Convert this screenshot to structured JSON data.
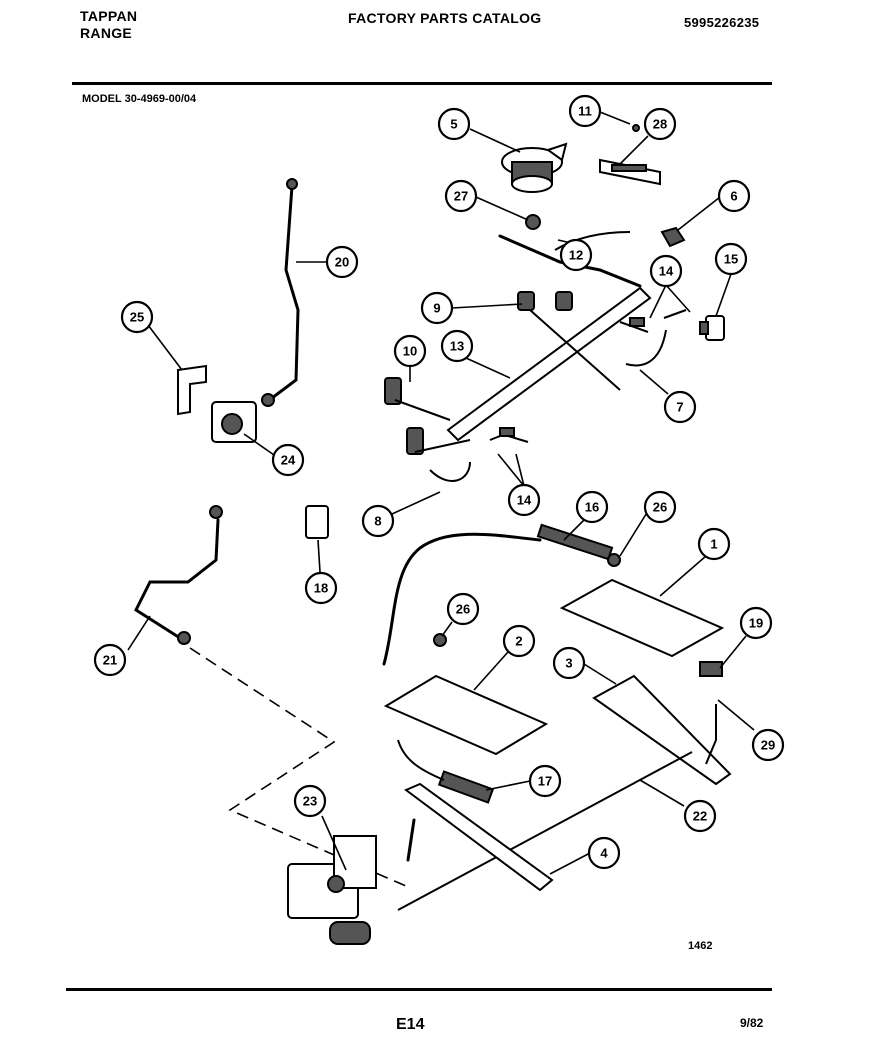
{
  "header": {
    "brand_line1": "TAPPAN",
    "brand_line2": "RANGE",
    "catalog_title": "FACTORY PARTS CATALOG",
    "catalog_number": "5995226235"
  },
  "model_label": "MODEL 30-4969-00/04",
  "drawing_number": "1462",
  "footer": {
    "page": "E14",
    "date": "9/82"
  },
  "callouts": [
    "5",
    "11",
    "28",
    "27",
    "6",
    "12",
    "20",
    "14",
    "15",
    "25",
    "9",
    "10",
    "13",
    "7",
    "24",
    "14",
    "8",
    "16",
    "26",
    "1",
    "18",
    "26",
    "2",
    "19",
    "3",
    "21",
    "29",
    "17",
    "22",
    "23",
    "4"
  ]
}
